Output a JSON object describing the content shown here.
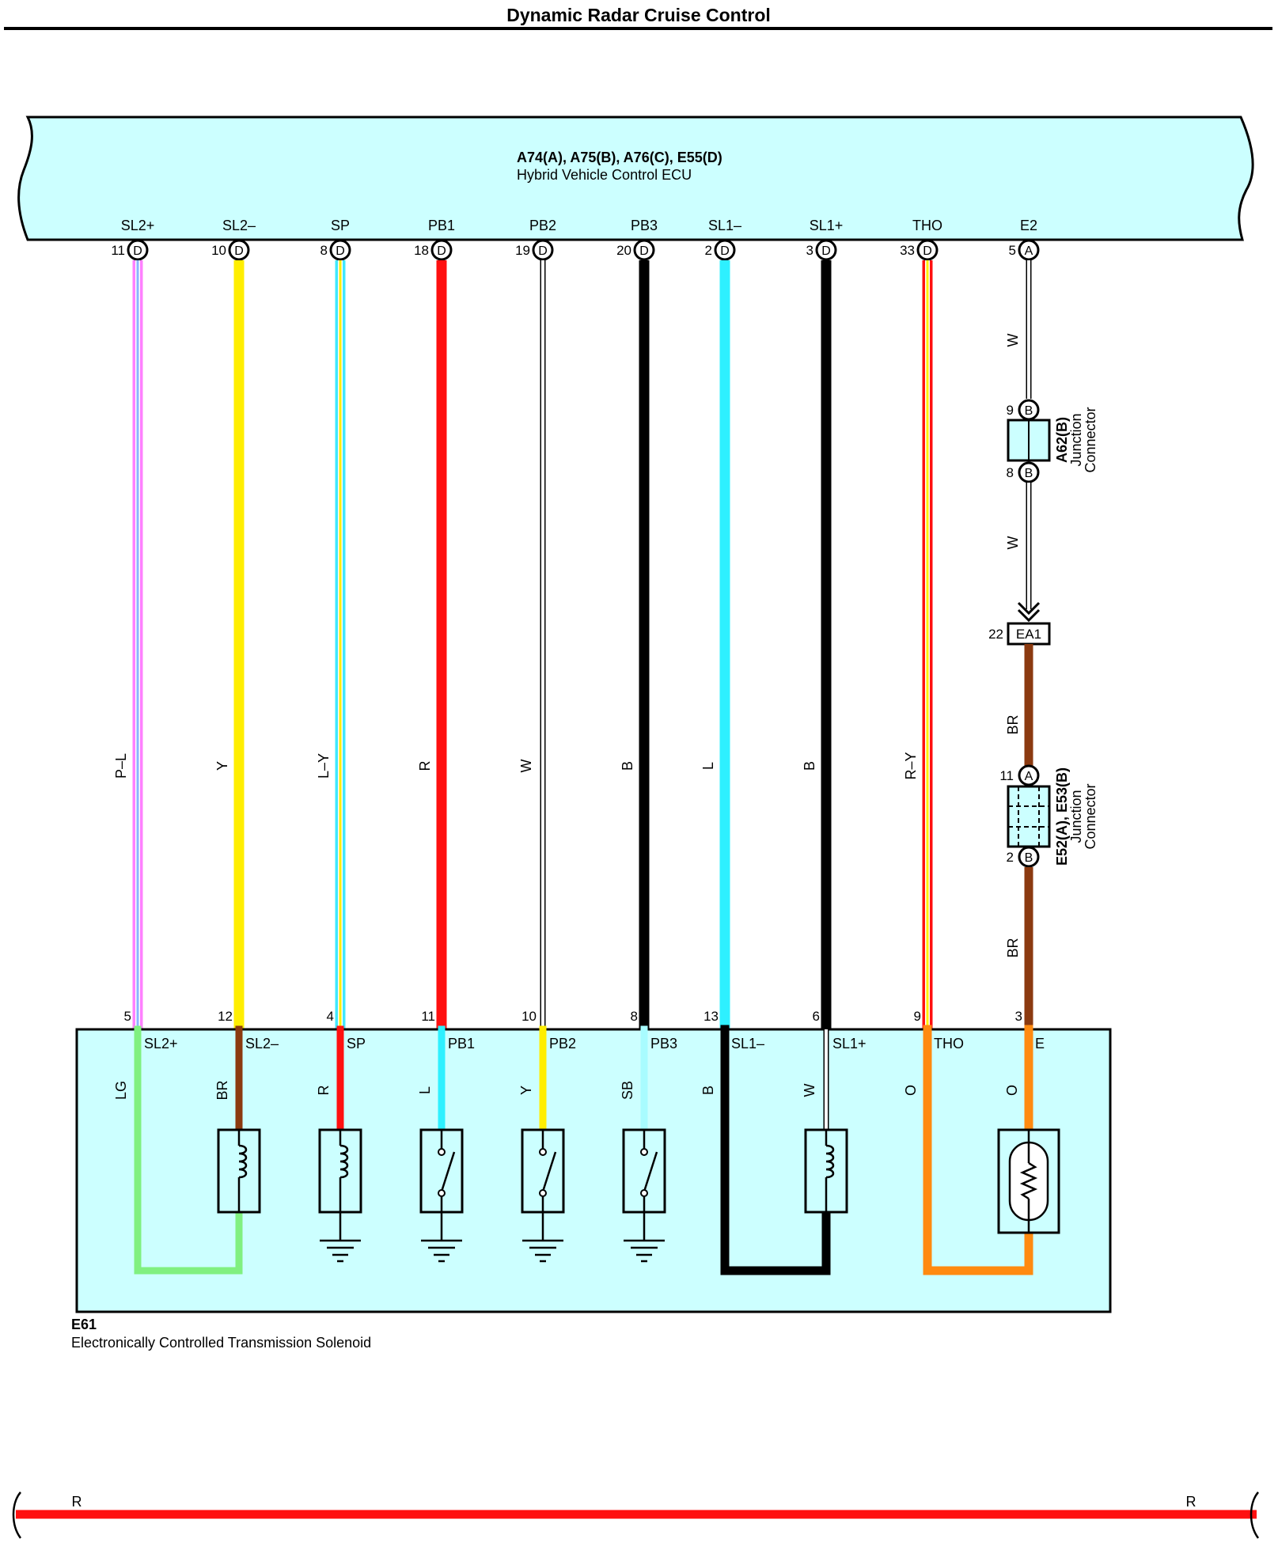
{
  "title": "Dynamic Radar Cruise Control",
  "ecu": {
    "connectors": "A74(A), A75(B), A76(C), E55(D)",
    "name": "Hybrid Vehicle Control ECU",
    "terminals": [
      {
        "label": "SL2+",
        "pin": "11",
        "conn": "D"
      },
      {
        "label": "SL2–",
        "pin": "10",
        "conn": "D"
      },
      {
        "label": "SP",
        "pin": "8",
        "conn": "D"
      },
      {
        "label": "PB1",
        "pin": "18",
        "conn": "D"
      },
      {
        "label": "PB2",
        "pin": "19",
        "conn": "D"
      },
      {
        "label": "PB3",
        "pin": "20",
        "conn": "D"
      },
      {
        "label": "SL1–",
        "pin": "2",
        "conn": "D"
      },
      {
        "label": "SL1+",
        "pin": "3",
        "conn": "D"
      },
      {
        "label": "THO",
        "pin": "33",
        "conn": "D"
      },
      {
        "label": "E2",
        "pin": "5",
        "conn": "A"
      }
    ]
  },
  "wires": [
    {
      "code": "P–L",
      "colors": [
        "#ff80ff",
        "#8ab4ff"
      ]
    },
    {
      "code": "Y",
      "colors": [
        "#ffee00"
      ]
    },
    {
      "code": "L–Y",
      "colors": [
        "#40e8ff",
        "#ffee00"
      ]
    },
    {
      "code": "R",
      "colors": [
        "#ff1010"
      ]
    },
    {
      "code": "W",
      "colors": [
        "#ffffff"
      ]
    },
    {
      "code": "B",
      "colors": [
        "#000000"
      ]
    },
    {
      "code": "L",
      "colors": [
        "#2ef0ff"
      ]
    },
    {
      "code": "B",
      "colors": [
        "#000000"
      ]
    },
    {
      "code": "R–Y",
      "colors": [
        "#ff1010",
        "#ffee00"
      ]
    }
  ],
  "e2_path": {
    "wire1": "W",
    "jc1": {
      "name": "A62(B)",
      "desc1": "Junction",
      "desc2": "Connector",
      "pin_top": "9",
      "pin_bot": "8",
      "conn": "B"
    },
    "wire2": "W",
    "ea": {
      "pin": "22",
      "label": "EA1"
    },
    "wire3": "BR",
    "jc2": {
      "name": "E52(A), E53(B)",
      "desc1": "Junction",
      "desc2": "Connector",
      "pin_top": "11",
      "conn_top": "A",
      "pin_bot": "2",
      "conn_bot": "B"
    },
    "wire4": "BR"
  },
  "solenoid": {
    "id": "E61",
    "name": "Electronically Controlled Transmission Solenoid",
    "terminals": [
      {
        "pin": "5",
        "label": "SL2+",
        "wire": "LG",
        "color": "#80f080"
      },
      {
        "pin": "12",
        "label": "SL2–",
        "wire": "BR",
        "color": "#8b3a10"
      },
      {
        "pin": "4",
        "label": "SP",
        "wire": "R",
        "color": "#ff1010"
      },
      {
        "pin": "11",
        "label": "PB1",
        "wire": "L",
        "color": "#2ef0ff"
      },
      {
        "pin": "10",
        "label": "PB2",
        "wire": "Y",
        "color": "#ffee00"
      },
      {
        "pin": "8",
        "label": "PB3",
        "wire": "SB",
        "color": "#a8fcff"
      },
      {
        "pin": "13",
        "label": "SL1–",
        "wire": "B",
        "color": "#000000"
      },
      {
        "pin": "6",
        "label": "SL1+",
        "wire": "W",
        "color": "#ffffff"
      },
      {
        "pin": "9",
        "label": "THO",
        "wire": "O",
        "color": "#ff8a10"
      },
      {
        "pin": "3",
        "label": "E",
        "wire": "O",
        "color": "#ff8a10"
      }
    ]
  },
  "bottom_wire": {
    "left_label": "R",
    "right_label": "R",
    "color": "#ff1010"
  },
  "colors": {
    "panel_fill": "#ccffff",
    "line": "#000000",
    "brown": "#8b3a10",
    "orange": "#ff8a10"
  }
}
